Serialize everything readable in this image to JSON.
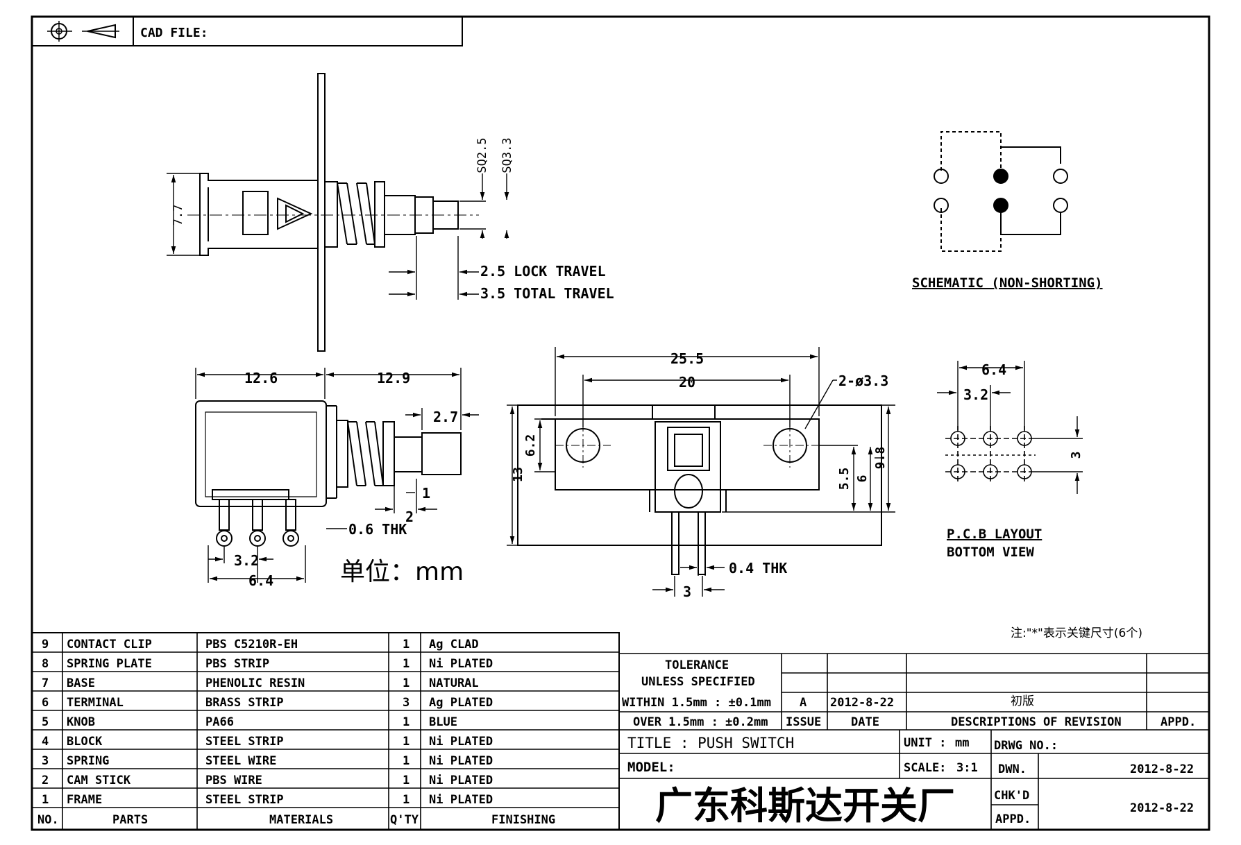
{
  "header": {
    "cad_file_label": "CAD FILE:"
  },
  "dims": {
    "d77": "7.7",
    "sq25": "SQ2.5",
    "sq33": "SQ3.3",
    "lock_travel": "2.5 LOCK TRAVEL",
    "total_travel": "3.5 TOTAL TRAVEL",
    "d126": "12.6",
    "d129": "12.9",
    "d27": "2.7",
    "d06thk": "0.6 THK",
    "d2": "2",
    "d1": "1",
    "d32": "3.2",
    "d64": "6.4",
    "d255": "25.5",
    "d20": "20",
    "hole": "2-ø3.3",
    "d62": "6.2",
    "d13": "13",
    "d55": "5.5",
    "d6": "6",
    "d98": "9.8",
    "d04thk": "0.4 THK",
    "d3": "3",
    "pcb_d64": "6.4",
    "pcb_d32": "3.2",
    "pcb_d3": "3"
  },
  "unit_note": "单位：mm",
  "schematic_caption": "SCHEMATIC (NON-SHORTING)",
  "pcb_caption_1": "P.C.B LAYOUT",
  "pcb_caption_2": "BOTTOM VIEW",
  "note": "注:\"*\"表示关键尺寸(6个)",
  "parts_header": {
    "no": "NO.",
    "parts": "PARTS",
    "materials": "MATERIALS",
    "qty": "Q'TY",
    "finishing": "FINISHING"
  },
  "parts": [
    {
      "no": "9",
      "part": "CONTACT CLIP",
      "material": "PBS C5210R-EH",
      "qty": "1",
      "finishing": "Ag CLAD"
    },
    {
      "no": "8",
      "part": "SPRING PLATE",
      "material": "PBS STRIP",
      "qty": "1",
      "finishing": "Ni PLATED"
    },
    {
      "no": "7",
      "part": "BASE",
      "material": "PHENOLIC RESIN",
      "qty": "1",
      "finishing": "NATURAL"
    },
    {
      "no": "6",
      "part": "TERMINAL",
      "material": "BRASS STRIP",
      "qty": "3",
      "finishing": "Ag PLATED"
    },
    {
      "no": "5",
      "part": "KNOB",
      "material": "PA66",
      "qty": "1",
      "finishing": "BLUE"
    },
    {
      "no": "4",
      "part": "BLOCK",
      "material": "STEEL STRIP",
      "qty": "1",
      "finishing": "Ni PLATED"
    },
    {
      "no": "3",
      "part": "SPRING",
      "material": "STEEL WIRE",
      "qty": "1",
      "finishing": "Ni PLATED"
    },
    {
      "no": "2",
      "part": "CAM STICK",
      "material": "PBS WIRE",
      "qty": "1",
      "finishing": "Ni PLATED"
    },
    {
      "no": "1",
      "part": "FRAME",
      "material": "STEEL STRIP",
      "qty": "1",
      "finishing": "Ni PLATED"
    }
  ],
  "tolerance": {
    "title": "TOLERANCE",
    "subtitle": "UNLESS  SPECIFIED",
    "within": "WITHIN 1.5mm : ±0.1mm",
    "over": "OVER 1.5mm : ±0.2mm"
  },
  "revision": {
    "issue": "A",
    "date": "2012-8-22",
    "description": "初版",
    "issue_label": "ISSUE",
    "date_label": "DATE",
    "desc_label": "DESCRIPTIONS OF REVISION",
    "appd_label": "APPD."
  },
  "title_block": {
    "title": "TITLE : PUSH SWITCH",
    "model": "MODEL:",
    "unit_label": "UNIT :",
    "unit_value": "mm",
    "scale_label": "SCALE:",
    "scale_value": "3:1",
    "drwg_label": "DRWG NO.:",
    "dwn_label": "DWN.",
    "dwn_date": "2012-8-22",
    "chkd_label": "CHK'D",
    "appd_label": "APPD.",
    "chk_date": "2012-8-22",
    "company": "广东科斯达开关厂"
  }
}
